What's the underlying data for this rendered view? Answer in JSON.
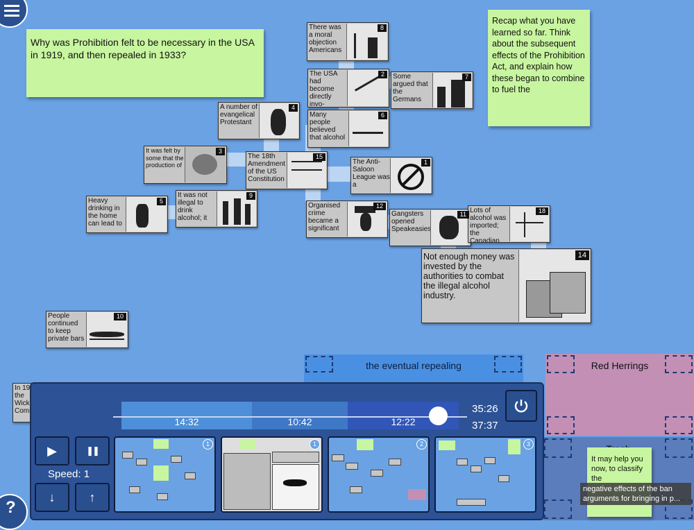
{
  "question_note": "Why was Prohibition felt to be necessary in the USA in 1919, and then repealed in 1933?",
  "recap_note": "Recap what you have learned so far. Think about the subsequent effects of the Prohibition Act, and explain how these began to combine to fuel the",
  "cards": [
    {
      "num": "8",
      "text": "There was a moral objection Americans"
    },
    {
      "num": "2",
      "text": "The USA had become directly invo-"
    },
    {
      "num": "7",
      "text": "Some argued that the Germans"
    },
    {
      "num": "4",
      "text": "A number of evangelical Protestant"
    },
    {
      "num": "6",
      "text": "Many people believed that alcohol"
    },
    {
      "num": "3",
      "text": "It was felt by some that the production of"
    },
    {
      "num": "15",
      "text": "The 18th Amendment of the US Constitution"
    },
    {
      "num": "1",
      "text": "The Anti-Saloon League was a"
    },
    {
      "num": "5",
      "text": "Heavy drinking in the home can lead to"
    },
    {
      "num": "9",
      "text": "It was not illegal to drink alcohol; it"
    },
    {
      "num": "12",
      "text": "Organised crime became a significant"
    },
    {
      "num": "11",
      "text": "Gangsters opened Speakeasies"
    },
    {
      "num": "18",
      "text": "Lots of alcohol was imported; the Canadian"
    },
    {
      "num": "14",
      "text": "Not enough money was invested by the authorities to combat the illegal alcohol industry."
    },
    {
      "num": "10",
      "text": "People continued to keep private bars"
    },
    {
      "num": "",
      "text": "In 19 the Wick Comm"
    }
  ],
  "zones": {
    "repealing": "the eventual repealing",
    "red_herrings": "Red Herrings",
    "trash": "Trash"
  },
  "help_note": "It may help you now, to classify the",
  "tooltip": "negative effects of the ban arguments for bringing in p...",
  "timeline": {
    "segments": [
      "14:32",
      "10:42",
      "12:22"
    ],
    "elapsed": "35:26",
    "total": "37:37",
    "progress": 0.94
  },
  "controls": {
    "play_icon": "▶",
    "pause_icon": "❚❚",
    "speed_label": "Speed: 1",
    "down_icon": "↓",
    "up_icon": "↑",
    "power_icon": "power-icon"
  },
  "thumbnails": [
    "1",
    "1",
    "2",
    "3"
  ],
  "icons": {
    "menu": "menu-icon",
    "help": "?"
  },
  "colors": {
    "background": "#6aa2e4",
    "panel": "#2d5296",
    "note": "#c8f5a0",
    "red_herrings": "#c38fb5",
    "trash": "#5c7dbb",
    "accent": "#4a90e2"
  }
}
